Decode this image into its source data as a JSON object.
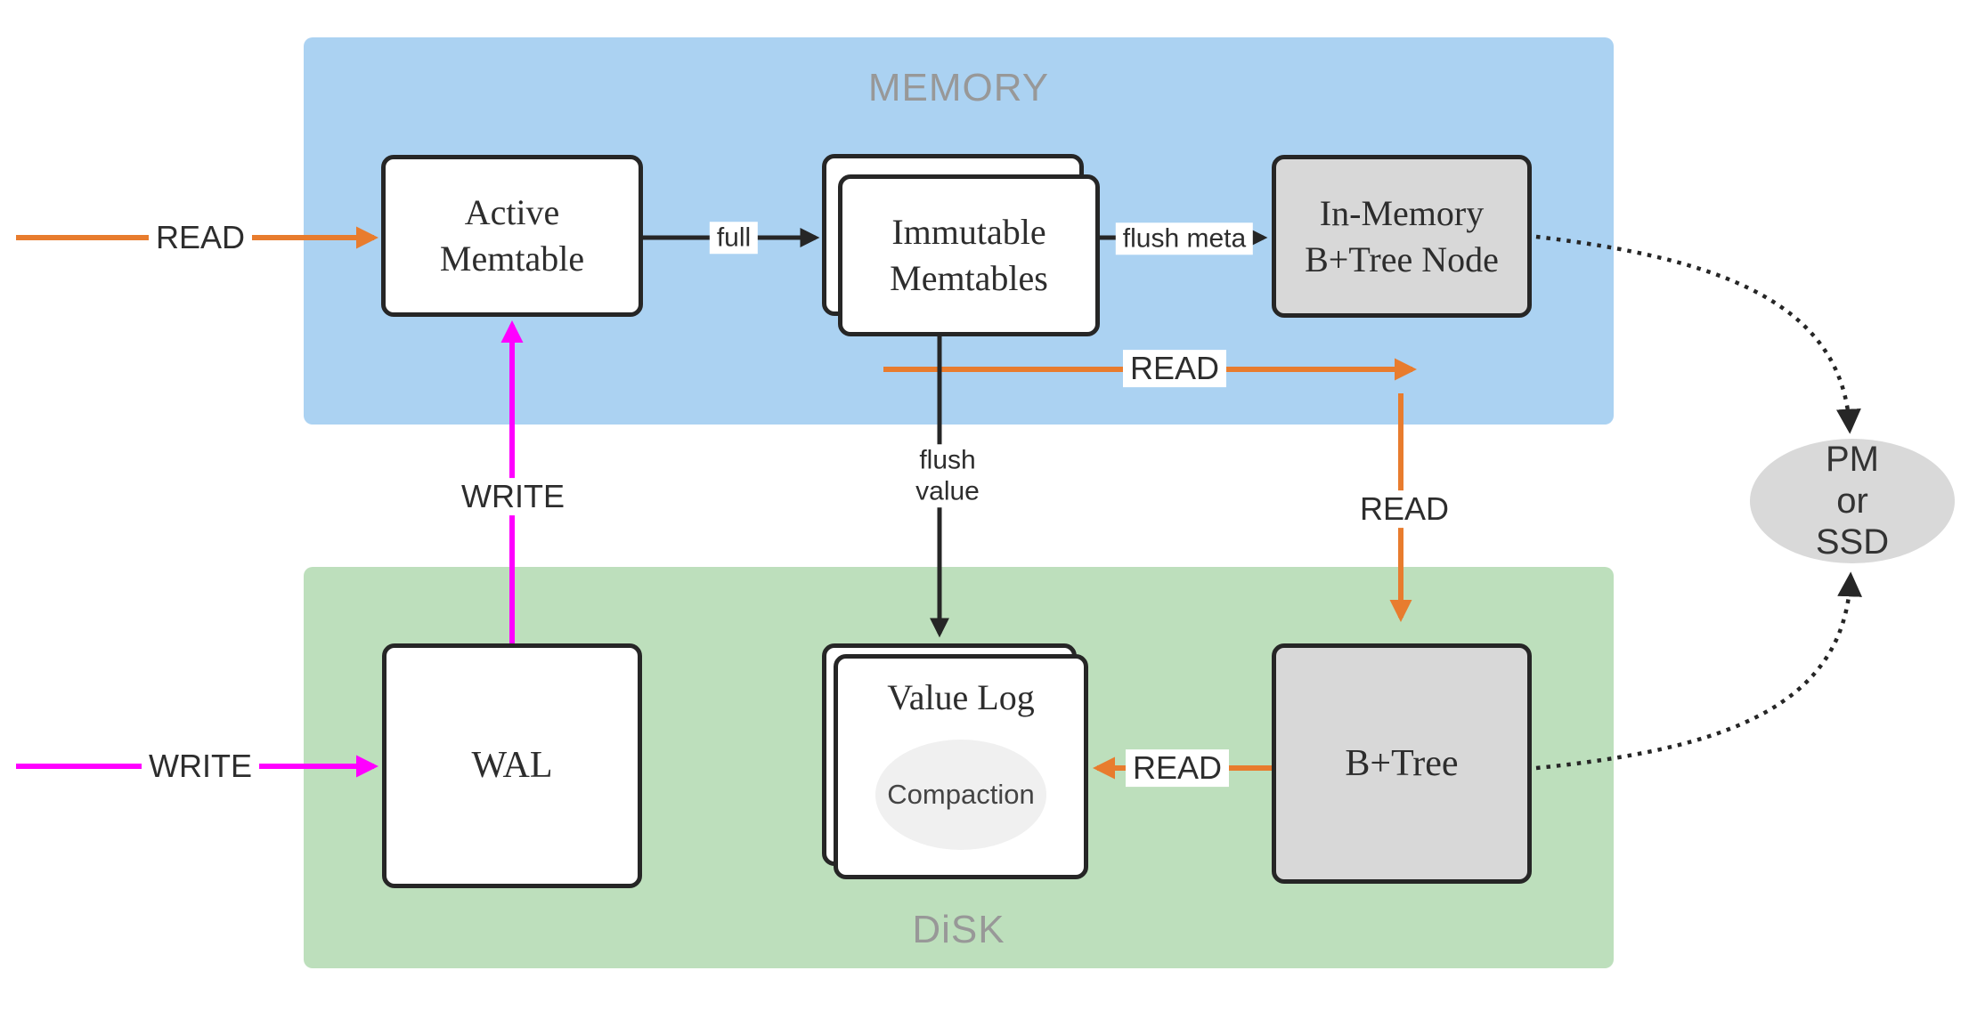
{
  "colors": {
    "memory-bg": "#abd2f2",
    "disk-bg": "#bddfbc",
    "node-gray": "#d8d8d8",
    "ellipse-gray": "#d9d9d9",
    "compaction-gray": "#f0f0f0",
    "orange": "#e87c2e",
    "magenta": "#ff00ff",
    "line-black": "#262626",
    "text-dark": "#2d2d2d",
    "region-label": "#989898"
  },
  "regions": {
    "memory": {
      "label": "MEMORY"
    },
    "disk": {
      "label": "DiSK"
    }
  },
  "nodes": {
    "active_memtable": {
      "lines": [
        "Active",
        "Memtable"
      ]
    },
    "immutable_memtables": {
      "lines": [
        "Immutable",
        "Memtables"
      ]
    },
    "inmemory_btree_node": {
      "lines": [
        "In-Memory",
        "B+Tree Node"
      ]
    },
    "wal": {
      "label": "WAL"
    },
    "value_log": {
      "title": "Value Log",
      "ellipse_label": "Compaction"
    },
    "btree": {
      "label": "B+Tree"
    },
    "pm_or_ssd": {
      "lines": [
        "PM",
        "or",
        "SSD"
      ]
    }
  },
  "edges": {
    "read_left": "READ",
    "read_middle": "READ",
    "read_down": "READ",
    "read_to_value_log": "READ",
    "write_left": "WRITE",
    "write_up": "WRITE",
    "full": "full",
    "flush_meta": "flush meta",
    "flush_value_line1": "flush",
    "flush_value_line2": "value"
  }
}
